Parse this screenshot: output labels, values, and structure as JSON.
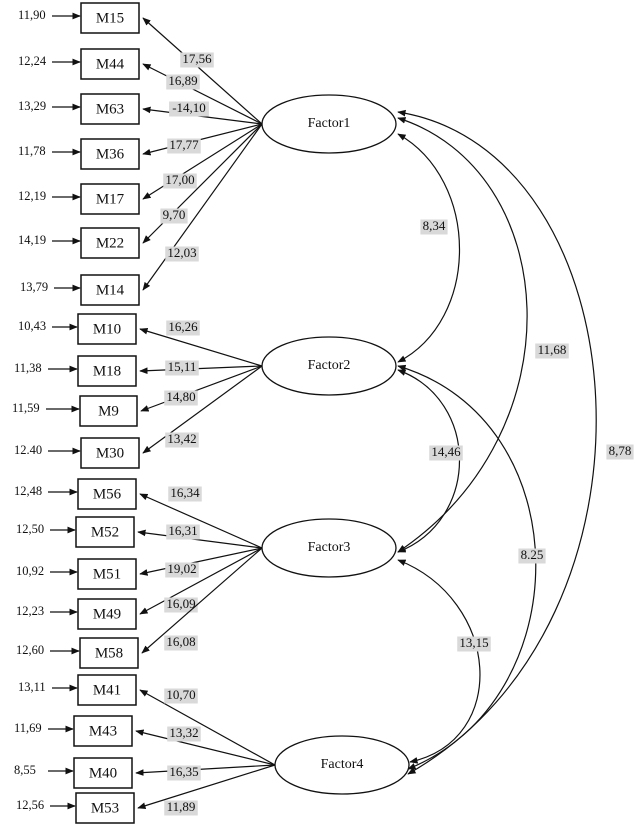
{
  "diagram": {
    "type": "CFA path diagram",
    "colors": {
      "line": "#111111",
      "label_bg": "#d9d9d9",
      "background": "#ffffff"
    },
    "factors": [
      {
        "id": "F1",
        "label": "Factor1"
      },
      {
        "id": "F2",
        "label": "Factor2"
      },
      {
        "id": "F3",
        "label": "Factor3"
      },
      {
        "id": "F4",
        "label": "Factor4"
      }
    ],
    "items": [
      {
        "label": "M15",
        "error": "11,90",
        "factor": "F1",
        "loading": "17,56"
      },
      {
        "label": "M44",
        "error": "12,24",
        "factor": "F1",
        "loading": "16,89"
      },
      {
        "label": "M63",
        "error": "13,29",
        "factor": "F1",
        "loading": "-14,10"
      },
      {
        "label": "M36",
        "error": "11,78",
        "factor": "F1",
        "loading": "17,77"
      },
      {
        "label": "M17",
        "error": "12,19",
        "factor": "F1",
        "loading": "17,00"
      },
      {
        "label": "M22",
        "error": "14,19",
        "factor": "F1",
        "loading": "9,70"
      },
      {
        "label": "M14",
        "error": "13,79",
        "factor": "F1",
        "loading": "12,03"
      },
      {
        "label": "M10",
        "error": "10,43",
        "factor": "F2",
        "loading": "16,26"
      },
      {
        "label": "M18",
        "error": "11,38",
        "factor": "F2",
        "loading": "15,11"
      },
      {
        "label": "M9",
        "error": "11,59",
        "factor": "F2",
        "loading": "14,80"
      },
      {
        "label": "M30",
        "error": "12.40",
        "factor": "F2",
        "loading": "13,42"
      },
      {
        "label": "M56",
        "error": "12,48",
        "factor": "F3",
        "loading": "16,34"
      },
      {
        "label": "M52",
        "error": "12,50",
        "factor": "F3",
        "loading": "16,31"
      },
      {
        "label": "M51",
        "error": "10,92",
        "factor": "F3",
        "loading": "19,02"
      },
      {
        "label": "M49",
        "error": "12,23",
        "factor": "F3",
        "loading": "16,09"
      },
      {
        "label": "M58",
        "error": "12,60",
        "factor": "F3",
        "loading": "16,08"
      },
      {
        "label": "M41",
        "error": "13,11",
        "factor": "F4",
        "loading": "10,70"
      },
      {
        "label": "M43",
        "error": "11,69",
        "factor": "F4",
        "loading": "13,32"
      },
      {
        "label": "M40",
        "error": "8,55",
        "factor": "F4",
        "loading": "16,35"
      },
      {
        "label": "M53",
        "error": "12,56",
        "factor": "F4",
        "loading": "11,89"
      }
    ],
    "covariances": [
      {
        "from": "F1",
        "to": "F2",
        "value": "8,34"
      },
      {
        "from": "F1",
        "to": "F3",
        "value": "11,68"
      },
      {
        "from": "F1",
        "to": "F4",
        "value": "8,78"
      },
      {
        "from": "F2",
        "to": "F3",
        "value": "14,46"
      },
      {
        "from": "F2",
        "to": "F4",
        "value": "8.25"
      },
      {
        "from": "F3",
        "to": "F4",
        "value": "13,15"
      }
    ]
  }
}
